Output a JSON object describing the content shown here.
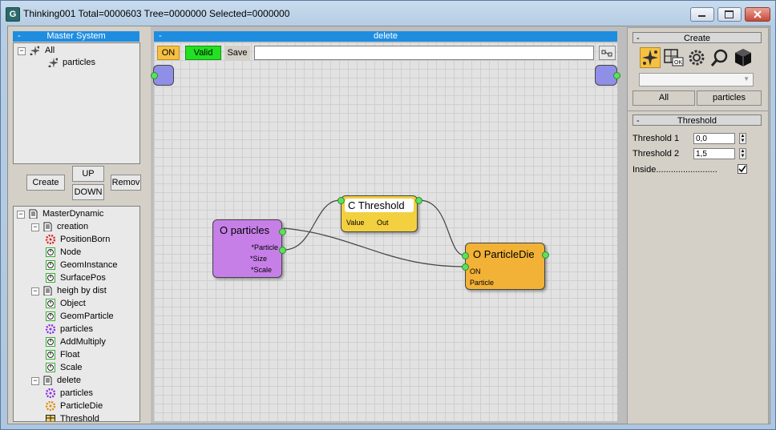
{
  "window": {
    "title": "Thinking001  Total=0000603  Tree=0000000  Selected=0000000",
    "icon": "G"
  },
  "master_panel": {
    "header": "Master System",
    "collapse": "-",
    "items": [
      {
        "label": "All"
      },
      {
        "label": "particles"
      }
    ],
    "buttons": {
      "create": "Create",
      "up": "UP",
      "down": "DOWN",
      "remove": "Remov"
    }
  },
  "dynamic_tree": {
    "items": [
      {
        "label": "MasterDynamic",
        "icon": "book-icon"
      },
      {
        "label": "creation",
        "icon": "book-icon"
      },
      {
        "label": "PositionBorn",
        "icon": "red-gear-icon"
      },
      {
        "label": "Node",
        "icon": "green-clock-icon"
      },
      {
        "label": "GeomInstance",
        "icon": "green-clock-icon"
      },
      {
        "label": "SurfacePos",
        "icon": "green-clock-icon"
      },
      {
        "label": "heigh by dist",
        "icon": "book-icon"
      },
      {
        "label": "Object",
        "icon": "green-clock-icon"
      },
      {
        "label": "GeomParticle",
        "icon": "green-clock-icon"
      },
      {
        "label": "particles",
        "icon": "purple-gear-icon"
      },
      {
        "label": "AddMultiply",
        "icon": "green-clock-icon"
      },
      {
        "label": "Float",
        "icon": "green-clock-icon"
      },
      {
        "label": "Scale",
        "icon": "green-clock-icon"
      },
      {
        "label": "delete",
        "icon": "book-icon"
      },
      {
        "label": "particles",
        "icon": "purple-gear-icon"
      },
      {
        "label": "ParticleDie",
        "icon": "orange-gear-icon"
      },
      {
        "label": "Threshold",
        "icon": "table-icon"
      }
    ]
  },
  "editor": {
    "header": "delete",
    "collapse": "-",
    "on_label": "ON",
    "valid_label": "Valid",
    "save_label": "Save",
    "colors": {
      "on": "#f5c043",
      "valid": "#22e022"
    }
  },
  "nodes": {
    "particles": {
      "title": "O particles",
      "ports": [
        "*Particle",
        "*Size",
        "*Scale"
      ],
      "color": "#c77fe8"
    },
    "threshold": {
      "title": "C Threshold",
      "ports_in": "Value",
      "ports_out": "Out",
      "color": "#f2d040"
    },
    "particledie": {
      "title": "O ParticleDie",
      "ports": [
        "ON",
        "Particle"
      ],
      "color": "#f2b237"
    }
  },
  "create_panel": {
    "header": "Create",
    "collapse": "-",
    "icons": [
      "sparkle-icon",
      "ok-grid-icon",
      "gear-icon",
      "magnifier-icon",
      "cube-icon"
    ],
    "dropdown_value": "",
    "tabs": [
      "All",
      "particles"
    ]
  },
  "threshold_panel": {
    "header": "Threshold",
    "collapse": "-",
    "threshold1_label": "Threshold 1",
    "threshold1_value": "0,0",
    "threshold2_label": "Threshold 2",
    "threshold2_value": "1,5",
    "inside_label": "Inside.........................",
    "inside_checked": true
  }
}
